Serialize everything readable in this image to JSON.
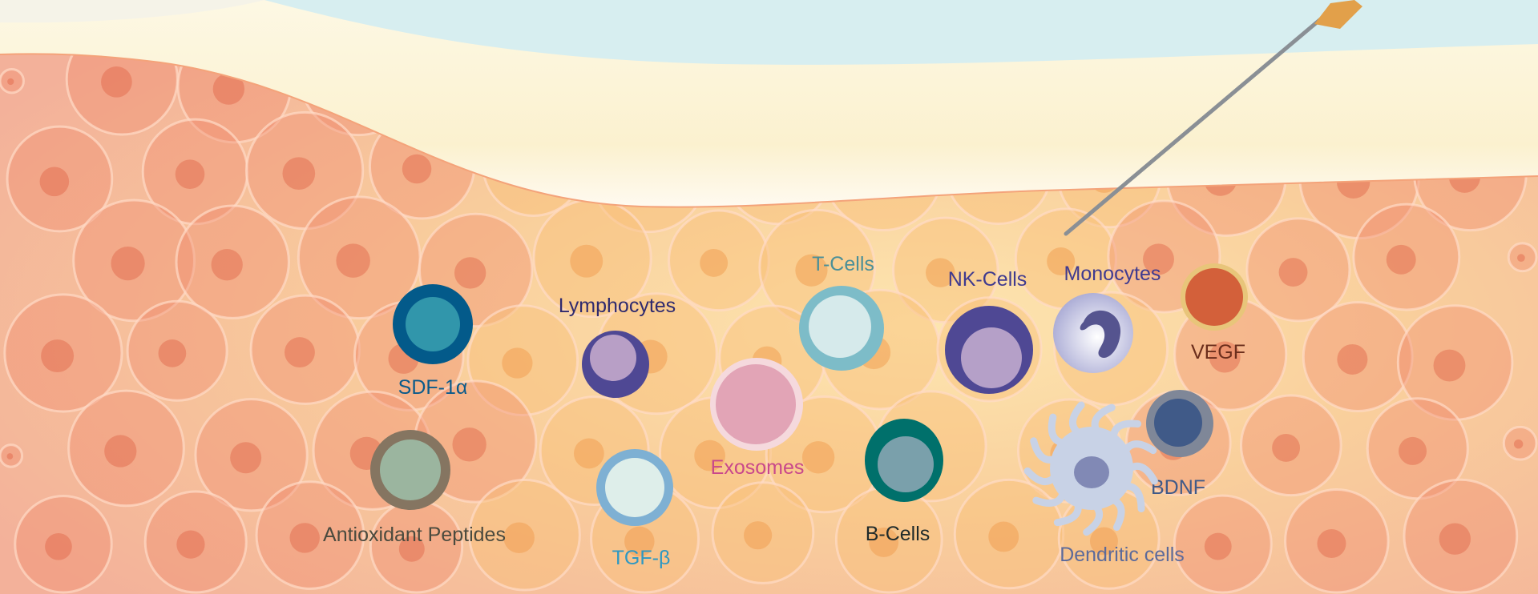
{
  "diagram": {
    "labels": {
      "sdf": "SDF-1α",
      "lymphocytes": "Lymphocytes",
      "tcells": "T-Cells",
      "exosomes": "Exosomes",
      "nkcells": "NK-Cells",
      "monocytes": "Monocytes",
      "vegf": "VEGF",
      "bdnf": "BDNF",
      "bcells": "B-Cells",
      "dendritic": "Dendritic cells",
      "tgf": "TGF-β",
      "antioxidant": "Antioxidant Peptides"
    },
    "colors": {
      "sky": "#d6eef0",
      "skin_layer": "#fbf4d6",
      "tissue_left": "#f3a88a",
      "tissue_center": "#f7c98a",
      "needle": "#8a8f95",
      "needle_hub": "#e2a04a"
    }
  }
}
